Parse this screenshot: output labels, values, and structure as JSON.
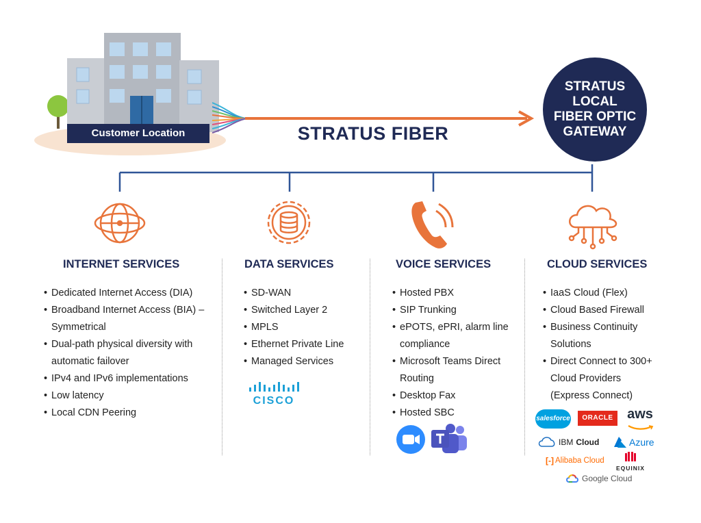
{
  "customer_location": "Customer Location",
  "fiber_label": "STRATUS FIBER",
  "gateway": {
    "lines": [
      "STRATUS",
      "LOCAL",
      "FIBER OPTIC",
      "GATEWAY"
    ]
  },
  "columns": [
    {
      "title": "INTERNET SERVICES",
      "icon": "globe-network-icon",
      "items": [
        "Dedicated Internet Access (DIA)",
        "Broadband Internet Access (BIA) –",
        "Symmetrical",
        "Dual-path physical diversity with",
        "automatic failover",
        "IPv4 and IPv6 implementations",
        "Low latency",
        "Local CDN Peering"
      ],
      "bullets": [
        true,
        true,
        false,
        true,
        false,
        true,
        true,
        true
      ]
    },
    {
      "title": "DATA SERVICES",
      "icon": "database-gear-icon",
      "items": [
        "SD-WAN",
        "Switched Layer 2",
        "MPLS",
        "Ethernet Private Line",
        "Managed Services"
      ],
      "bullets": [
        true,
        true,
        true,
        true,
        true
      ]
    },
    {
      "title": "VOICE SERVICES",
      "icon": "phone-icon",
      "items": [
        "Hosted PBX",
        "SIP Trunking",
        "ePOTS, ePRI, alarm line",
        "compliance",
        "Microsoft Teams Direct",
        "Routing",
        "Desktop Fax",
        "Hosted SBC"
      ],
      "bullets": [
        true,
        true,
        true,
        false,
        true,
        false,
        true,
        true
      ]
    },
    {
      "title": "CLOUD SERVICES",
      "icon": "cloud-network-icon",
      "items": [
        "IaaS Cloud (Flex)",
        "Cloud Based Firewall",
        "Business Continuity",
        "Solutions",
        "Direct Connect to 300+",
        "Cloud Providers",
        "(Express Connect)"
      ],
      "bullets": [
        true,
        true,
        true,
        false,
        true,
        false,
        false
      ]
    }
  ],
  "logos": {
    "cisco": "CISCO",
    "salesforce": "salesforce",
    "oracle": "ORACLE",
    "aws": "aws",
    "ibm_cloud_prefix": "IBM",
    "ibm_cloud_suffix": "Cloud",
    "azure": "Azure",
    "alibaba": "Alibaba Cloud",
    "equinix": "EQUINIX",
    "google_cloud": "Google Cloud"
  },
  "colors": {
    "navy": "#1f2a55",
    "orange": "#e8743b",
    "connector_blue": "#2f5597"
  }
}
